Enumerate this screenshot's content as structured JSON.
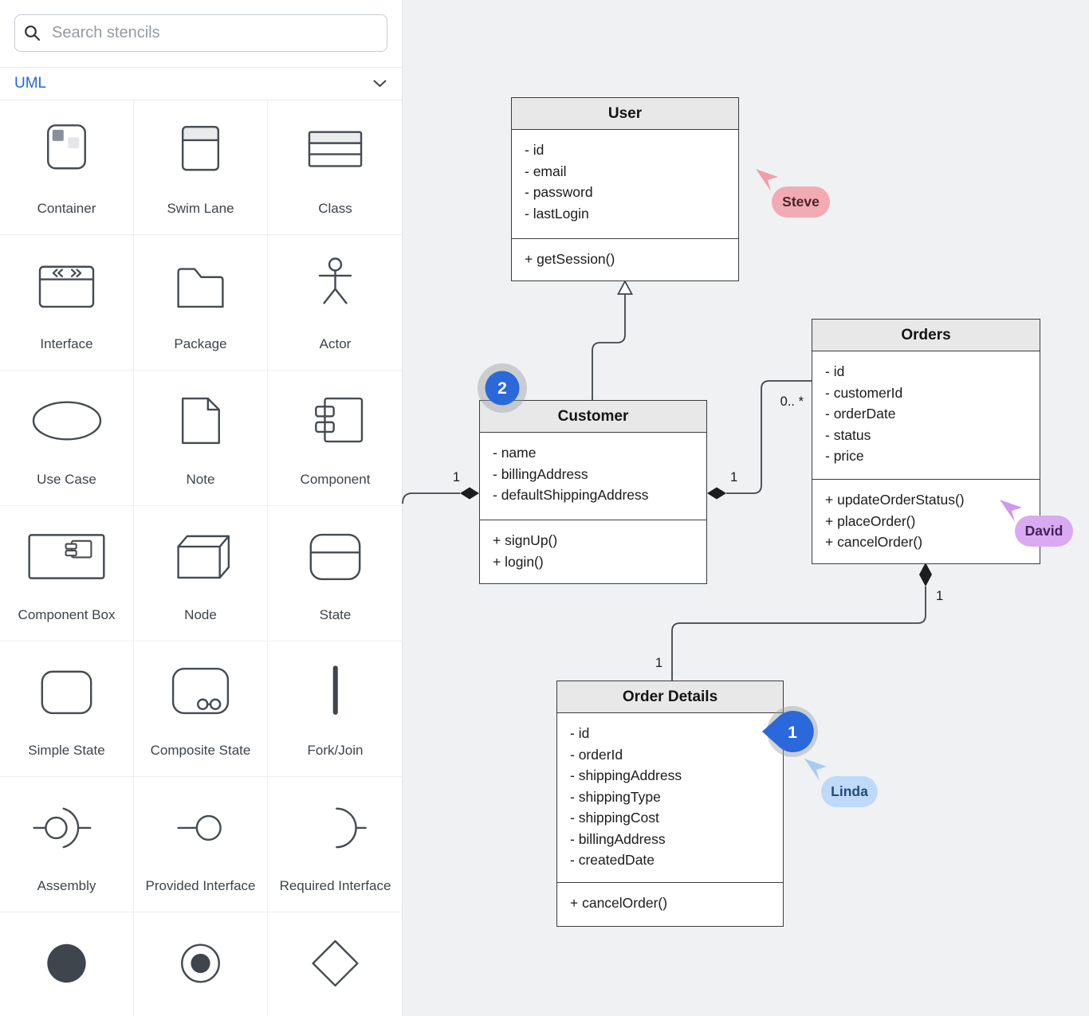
{
  "sidebar": {
    "search": {
      "placeholder": "Search stencils",
      "icon": "search-icon"
    },
    "section": {
      "label": "UML",
      "icon": "chevron-down-icon"
    },
    "stencils": [
      {
        "label": "Container",
        "icon": "container-icon"
      },
      {
        "label": "Swim Lane",
        "icon": "swim-lane-icon"
      },
      {
        "label": "Class",
        "icon": "class-icon"
      },
      {
        "label": "Interface",
        "icon": "interface-icon"
      },
      {
        "label": "Package",
        "icon": "package-icon"
      },
      {
        "label": "Actor",
        "icon": "actor-icon"
      },
      {
        "label": "Use Case",
        "icon": "use-case-icon"
      },
      {
        "label": "Note",
        "icon": "note-icon"
      },
      {
        "label": "Component",
        "icon": "component-icon"
      },
      {
        "label": "Component Box",
        "icon": "component-box-icon"
      },
      {
        "label": "Node",
        "icon": "node-icon"
      },
      {
        "label": "State",
        "icon": "state-icon"
      },
      {
        "label": "Simple State",
        "icon": "simple-state-icon"
      },
      {
        "label": "Composite State",
        "icon": "composite-state-icon"
      },
      {
        "label": "Fork/Join",
        "icon": "fork-join-icon"
      },
      {
        "label": "Assembly",
        "icon": "assembly-icon"
      },
      {
        "label": "Provided Interface",
        "icon": "provided-interface-icon"
      },
      {
        "label": "Required Interface",
        "icon": "required-interface-icon"
      },
      {
        "label": "",
        "icon": "initial-state-icon"
      },
      {
        "label": "",
        "icon": "final-state-icon"
      },
      {
        "label": "",
        "icon": "decision-icon"
      }
    ]
  },
  "canvas": {
    "classes": [
      {
        "name": "User",
        "attributes": [
          "- id",
          "- email",
          "- password",
          "- lastLogin"
        ],
        "methods": [
          "+ getSession()"
        ]
      },
      {
        "name": "Customer",
        "attributes": [
          "- name",
          "- billingAddress",
          "- defaultShippingAddress"
        ],
        "methods": [
          "+ signUp()",
          "+ login()"
        ]
      },
      {
        "name": "Orders",
        "attributes": [
          "- id",
          "- customerId",
          "- orderDate",
          "- status",
          "- price"
        ],
        "methods": [
          "+ updateOrderStatus()",
          "+ placeOrder()",
          "+ cancelOrder()"
        ]
      },
      {
        "name": "Order Details",
        "attributes": [
          "- id",
          "- orderId",
          "- shippingAddress",
          "- shippingType",
          "- shippingCost",
          "- billingAddress",
          "- createdDate"
        ],
        "methods": [
          "+ cancelOrder()"
        ]
      }
    ],
    "connector_labels": {
      "customer_left": "1",
      "customer_right": "1",
      "orders_side": "0.. *",
      "orders_bottom": "1",
      "details_top": "1"
    },
    "badges": [
      {
        "value": "1",
        "shape": "pin"
      },
      {
        "value": "2",
        "shape": "circle"
      }
    ],
    "collaborators": [
      {
        "name": "Steve",
        "pill_bg": "#f2abb2",
        "text_color": "#4a252b",
        "cursor_color": "#efa0a9"
      },
      {
        "name": "David",
        "pill_bg": "#d9a9f2",
        "text_color": "#432458",
        "cursor_color": "#cf97ee"
      },
      {
        "name": "Linda",
        "pill_bg": "#bfd9f8",
        "text_color": "#254a7c",
        "cursor_color": "#a8cbf4"
      }
    ],
    "colors": {
      "accent_blue": "#1f6ae5",
      "badge_blue": "#2b68d9",
      "canvas_bg": "#f0f1f2",
      "class_header_bg": "#e8e8e8",
      "connector_stroke": "#3f454c"
    }
  }
}
